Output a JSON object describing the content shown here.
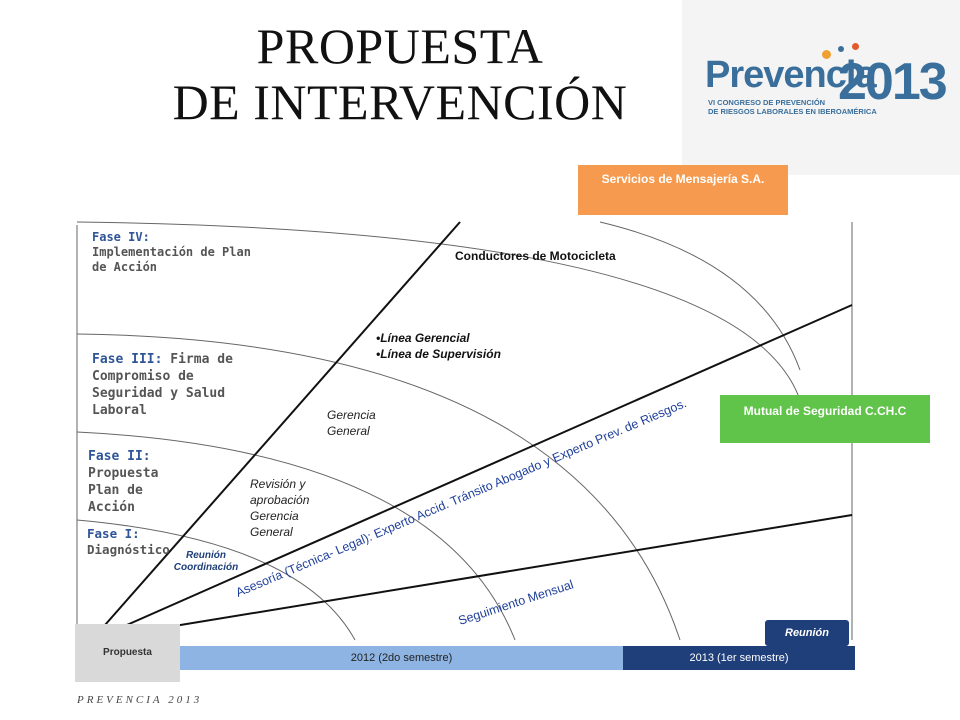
{
  "header": {
    "title_line1": "PROPUESTA",
    "title_line2": "DE INTERVENCIÓN"
  },
  "logo": {
    "word": "Prevencia",
    "year": "2013",
    "subtitle_line1": "VI CONGRESO DE PREVENCIÓN",
    "subtitle_line2": "DE RIESGOS LABORALES EN IBEROAMÉRICA"
  },
  "companies": {
    "messaging": "Servicios de Mensajería S.A.",
    "mutual": "Mutual de Seguridad C.CH.C"
  },
  "phases": {
    "fase4_head": "Fase IV:",
    "fase4_body": "Implementación de Plan de Acción",
    "fase3_head": "Fase III:",
    "fase3_body": "Firma de Compromiso de Seguridad y Salud Laboral",
    "fase2_head": "Fase  II:",
    "fase2_body": "Propuesta Plan de Acción",
    "fase1_head": "Fase I:",
    "fase1_body": "Diagnóstico"
  },
  "labels": {
    "conductores": "Conductores de Motocicleta",
    "linea_gerencial": "•Línea Gerencial",
    "linea_supervision": "•Línea de Supervisión",
    "gerencia_general": "Gerencia General",
    "revision": "Revisión y aprobación Gerencia General",
    "reunion_coordinacion": "Reunión Coordinación",
    "asesoria": "Asesoría (Técnica- Legal): Experto  Accid.  Tránsito Abogado y Experto Prev. de Riesgos.",
    "seguimiento": "Seguimiento Mensual",
    "reunion": "Reunión"
  },
  "timeline": {
    "start": "Propuesta",
    "period1": "2012 (2do semestre)",
    "period2": "2013 (1er semestre)"
  },
  "footer": "PREVENCIA 2013",
  "colors": {
    "orange": "#f59a4e",
    "green": "#60c34a",
    "light_blue": "#8eb4e3",
    "dark_blue": "#1f3f7a",
    "phase_blue": "#2f5597"
  }
}
